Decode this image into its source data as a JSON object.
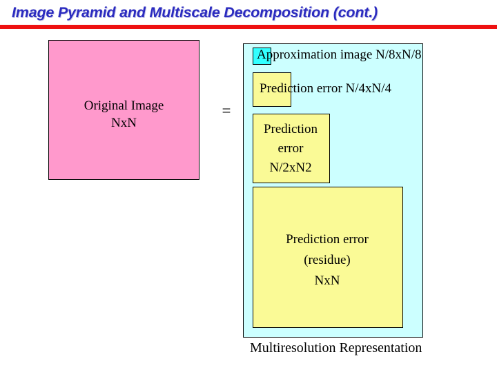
{
  "slide": {
    "title": "Image Pyramid and Multiscale Decomposition (cont.)",
    "title_color": "#2b2bbf",
    "rule_color": "#ee1111"
  },
  "diagram": {
    "original": {
      "label": "Original Image\nNxN",
      "fill_color": "#ff99cc"
    },
    "equals": "=",
    "container": {
      "fill_color": "#ccffff",
      "caption": "Multiresolution Representation"
    },
    "levels": [
      {
        "name": "approximation",
        "label": "Approximation image N/8xN/8",
        "fill_color": "#33ffff"
      },
      {
        "name": "prediction-error-n4",
        "label": "Prediction error N/4xN/4",
        "fill_color": "#fafa96"
      },
      {
        "name": "prediction-error-n2",
        "label": "Prediction\nerror\nN/2xN2",
        "fill_color": "#fafa96"
      },
      {
        "name": "prediction-error-n",
        "label": "Prediction error\n(residue)\nNxN",
        "fill_color": "#fafa96"
      }
    ]
  }
}
